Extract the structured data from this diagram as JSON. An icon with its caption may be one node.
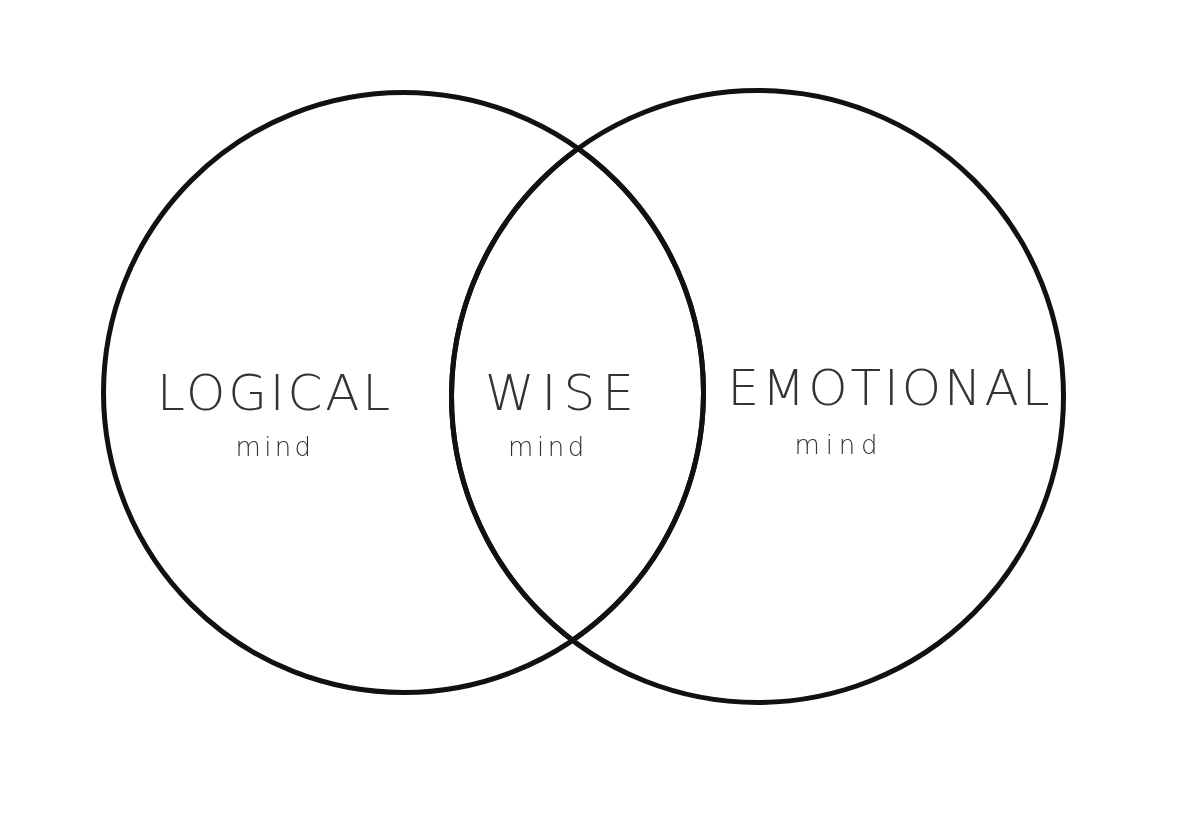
{
  "diagram": {
    "nodes": [
      {
        "text": [
          "LOGICAL",
          "mind"
        ]
      },
      {
        "text": [
          "WISE",
          "mind"
        ]
      },
      {
        "text": [
          "EMOTIONAL",
          "mind"
        ]
      }
    ]
  }
}
